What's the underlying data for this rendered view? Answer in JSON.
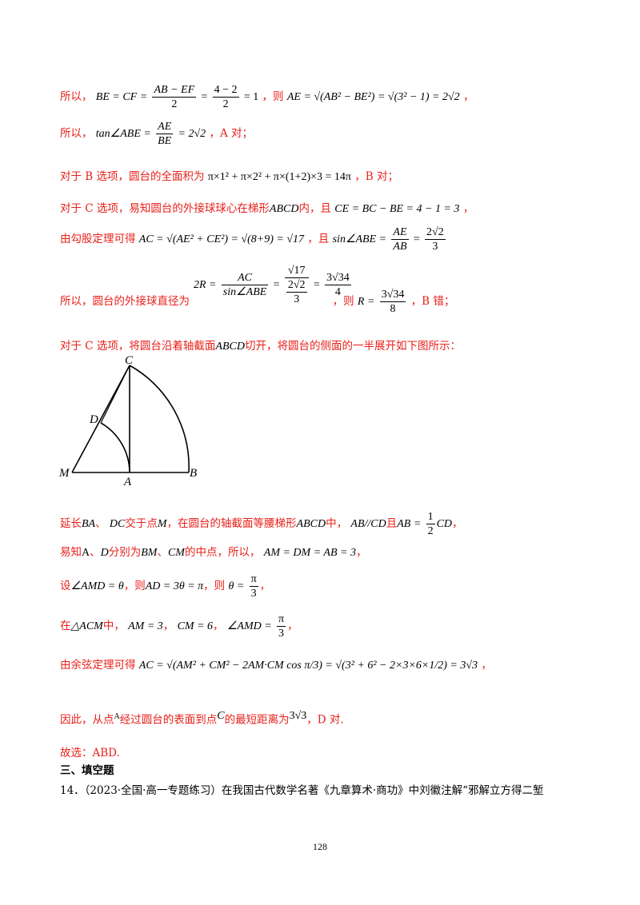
{
  "lines": {
    "l1_intro": "所以，",
    "l1_eq1": "BE = CF =",
    "l1_f1_num": "AB − EF",
    "l1_f1_den": "2",
    "l1_eq2": "=",
    "l1_f2_num": "4 − 2",
    "l1_f2_den": "2",
    "l1_eq3": "= 1",
    "l1_mid": "，则",
    "l1_eq4": "AE = √(AB² − BE²) = √(3² − 1) = 2√2",
    "l1_end": "，",
    "l2_intro": "所以，",
    "l2_eq1": "tan∠ABE =",
    "l2_f_num": "AE",
    "l2_f_den": "BE",
    "l2_eq2": "= 2√2",
    "l2_end": "，A 对；",
    "l3_intro": "对于 B 选项，圆台的全面积为",
    "l3_eq": "π×1² + π×2² + π×(1+2)×3 = 14π",
    "l3_end": "，B 对；",
    "l4_intro": "对于 C 选项，易知圆台的外接球球心在梯形",
    "l4_abcd": "ABCD",
    "l4_mid": "内，且",
    "l4_eq": "CE = BC − BE = 4 − 1 = 3",
    "l4_end": "，",
    "l5_intro": "由勾股定理可得",
    "l5_eq": "AC = √(AE² + CE²) = √(8+9) = √17",
    "l5_mid": "，且",
    "l5_eq2": "sin∠ABE =",
    "l5_f_num": "AE",
    "l5_f_den": "AB",
    "l5_eq3": "=",
    "l5_f2_num": "2√2",
    "l5_f2_den": "3",
    "l6_eq1": "2R =",
    "l6_f_num": "AC",
    "l6_f_den": "sin∠ABE",
    "l6_eq2": "=",
    "l6_f2_num": "√17",
    "l6_f2_den_num": "2√2",
    "l6_f2_den_den": "3",
    "l6_eq3": "=",
    "l6_f3_num": "3√34",
    "l6_f3_den": "4",
    "l7_intro": "所以，圆台的外接球直径为",
    "l7_mid": "，则",
    "l7_eq": "R =",
    "l7_f_num": "3√34",
    "l7_f_den": "8",
    "l7_end": "，B 错；",
    "l8": "对于 C 选项，将圆台沿着轴截面",
    "l8_abcd": "ABCD",
    "l8_end": "切开，将圆台的侧面的一半展开如下图所示：",
    "l9_a": "延长",
    "l9_ba": "BA",
    "l9_b": "、",
    "l9_dc": "DC",
    "l9_c": "交于点",
    "l9_m": "M",
    "l9_d": "，在圆台的轴截面等腰梯形",
    "l9_abcd": "ABCD",
    "l9_e": "中，",
    "l9_par": "AB//CD",
    "l9_f": "且",
    "l9_eq": "AB =",
    "l9_f_num": "1",
    "l9_f_den": "2",
    "l9_cd": "CD",
    "l9_end": "，",
    "l10_a": "易知",
    "l10_A": "A",
    "l10_b": "、",
    "l10_D": "D",
    "l10_c": "分别为",
    "l10_bm": "BM",
    "l10_d": "、",
    "l10_cm": "CM",
    "l10_e": "的中点，所以，",
    "l10_eq": "AM = DM = AB = 3",
    "l10_end": "，",
    "l11_a": "设",
    "l11_eq1": "∠AMD = θ",
    "l11_b": "，则",
    "l11_eq2": "AD = 3θ = π",
    "l11_c": "，则",
    "l11_eq3": "θ =",
    "l11_f_num": "π",
    "l11_f_den": "3",
    "l11_end": "，",
    "l12_a": "在",
    "l12_tri": "△ACM",
    "l12_b": "中，",
    "l12_eq1": "AM = 3",
    "l12_c": "，",
    "l12_eq2": "CM = 6",
    "l12_d": "，",
    "l12_eq3": "∠AMD =",
    "l12_f_num": "π",
    "l12_f_den": "3",
    "l12_end": "，",
    "l13_intro": "由余弦定理可得",
    "l13_eq1": "AC = √(AM² + CM² − 2AM·CM cos π/3) = √(3² + 6² − 2×3×6×1/2) = 3√3",
    "l13_end": "，",
    "l14_a": "因此，从点",
    "l14_A": "A",
    "l14_b": "经过圆台的表面到点",
    "l14_C": "C",
    "l14_c": "的最短距离为",
    "l14_val": "3√3",
    "l14_end": "，D 对.",
    "l15": "故选：ABD."
  },
  "diagram": {
    "label_C": "C",
    "label_D": "D",
    "label_M": "M",
    "label_A": "A",
    "label_B": "B"
  },
  "section_heading": "三、填空题",
  "question_14": "14．（2023·全国·高一专题练习）在我国古代数学名著《九章算术·商功》中刘徽注解“邪解立方得二堑",
  "page_number": "128"
}
